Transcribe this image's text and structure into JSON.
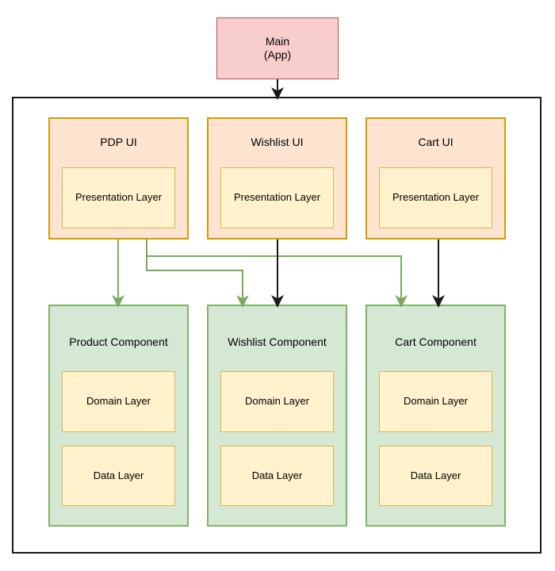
{
  "diagram": {
    "title_node": {
      "label_line1": "Main",
      "label_line2": "(App)",
      "fill": "#f8cecc",
      "stroke": "#b85450"
    },
    "container": {
      "stroke": "#1a1a1a",
      "fill": "#ffffff"
    },
    "ui_layer": {
      "fill": "#fce4d1",
      "stroke": "#d79b00",
      "inner_fill": "#fff2cc",
      "inner_stroke": "#d6b656",
      "nodes": [
        {
          "label": "PDP UI",
          "inner_label": "Presentation Layer"
        },
        {
          "label": "Wishlist UI",
          "inner_label": "Presentation Layer"
        },
        {
          "label": "Cart UI",
          "inner_label": "Presentation Layer"
        }
      ]
    },
    "component_layer": {
      "fill": "#d5e8d4",
      "stroke": "#82b366",
      "inner_fill": "#fff2cc",
      "inner_stroke": "#d6b656",
      "nodes": [
        {
          "label": "Product Component",
          "domain_label": "Domain Layer",
          "data_label": "Data Layer"
        },
        {
          "label": "Wishlist Component",
          "domain_label": "Domain Layer",
          "data_label": "Data Layer"
        },
        {
          "label": "Cart Component",
          "domain_label": "Domain Layer",
          "data_label": "Data Layer"
        }
      ]
    },
    "edges": {
      "direct_color": "#1a1a1a",
      "cross_color": "#6aa84f",
      "connections": [
        {
          "from": "Main (App)",
          "to": "Container",
          "color": "#1a1a1a"
        },
        {
          "from": "PDP UI",
          "to": "Product Component",
          "color": "#6aa84f"
        },
        {
          "from": "PDP UI",
          "to": "Wishlist Component",
          "color": "#6aa84f"
        },
        {
          "from": "PDP UI",
          "to": "Cart Component",
          "color": "#6aa84f"
        },
        {
          "from": "Wishlist UI",
          "to": "Wishlist Component",
          "color": "#1a1a1a"
        },
        {
          "from": "Cart UI",
          "to": "Cart Component",
          "color": "#1a1a1a"
        }
      ]
    }
  }
}
